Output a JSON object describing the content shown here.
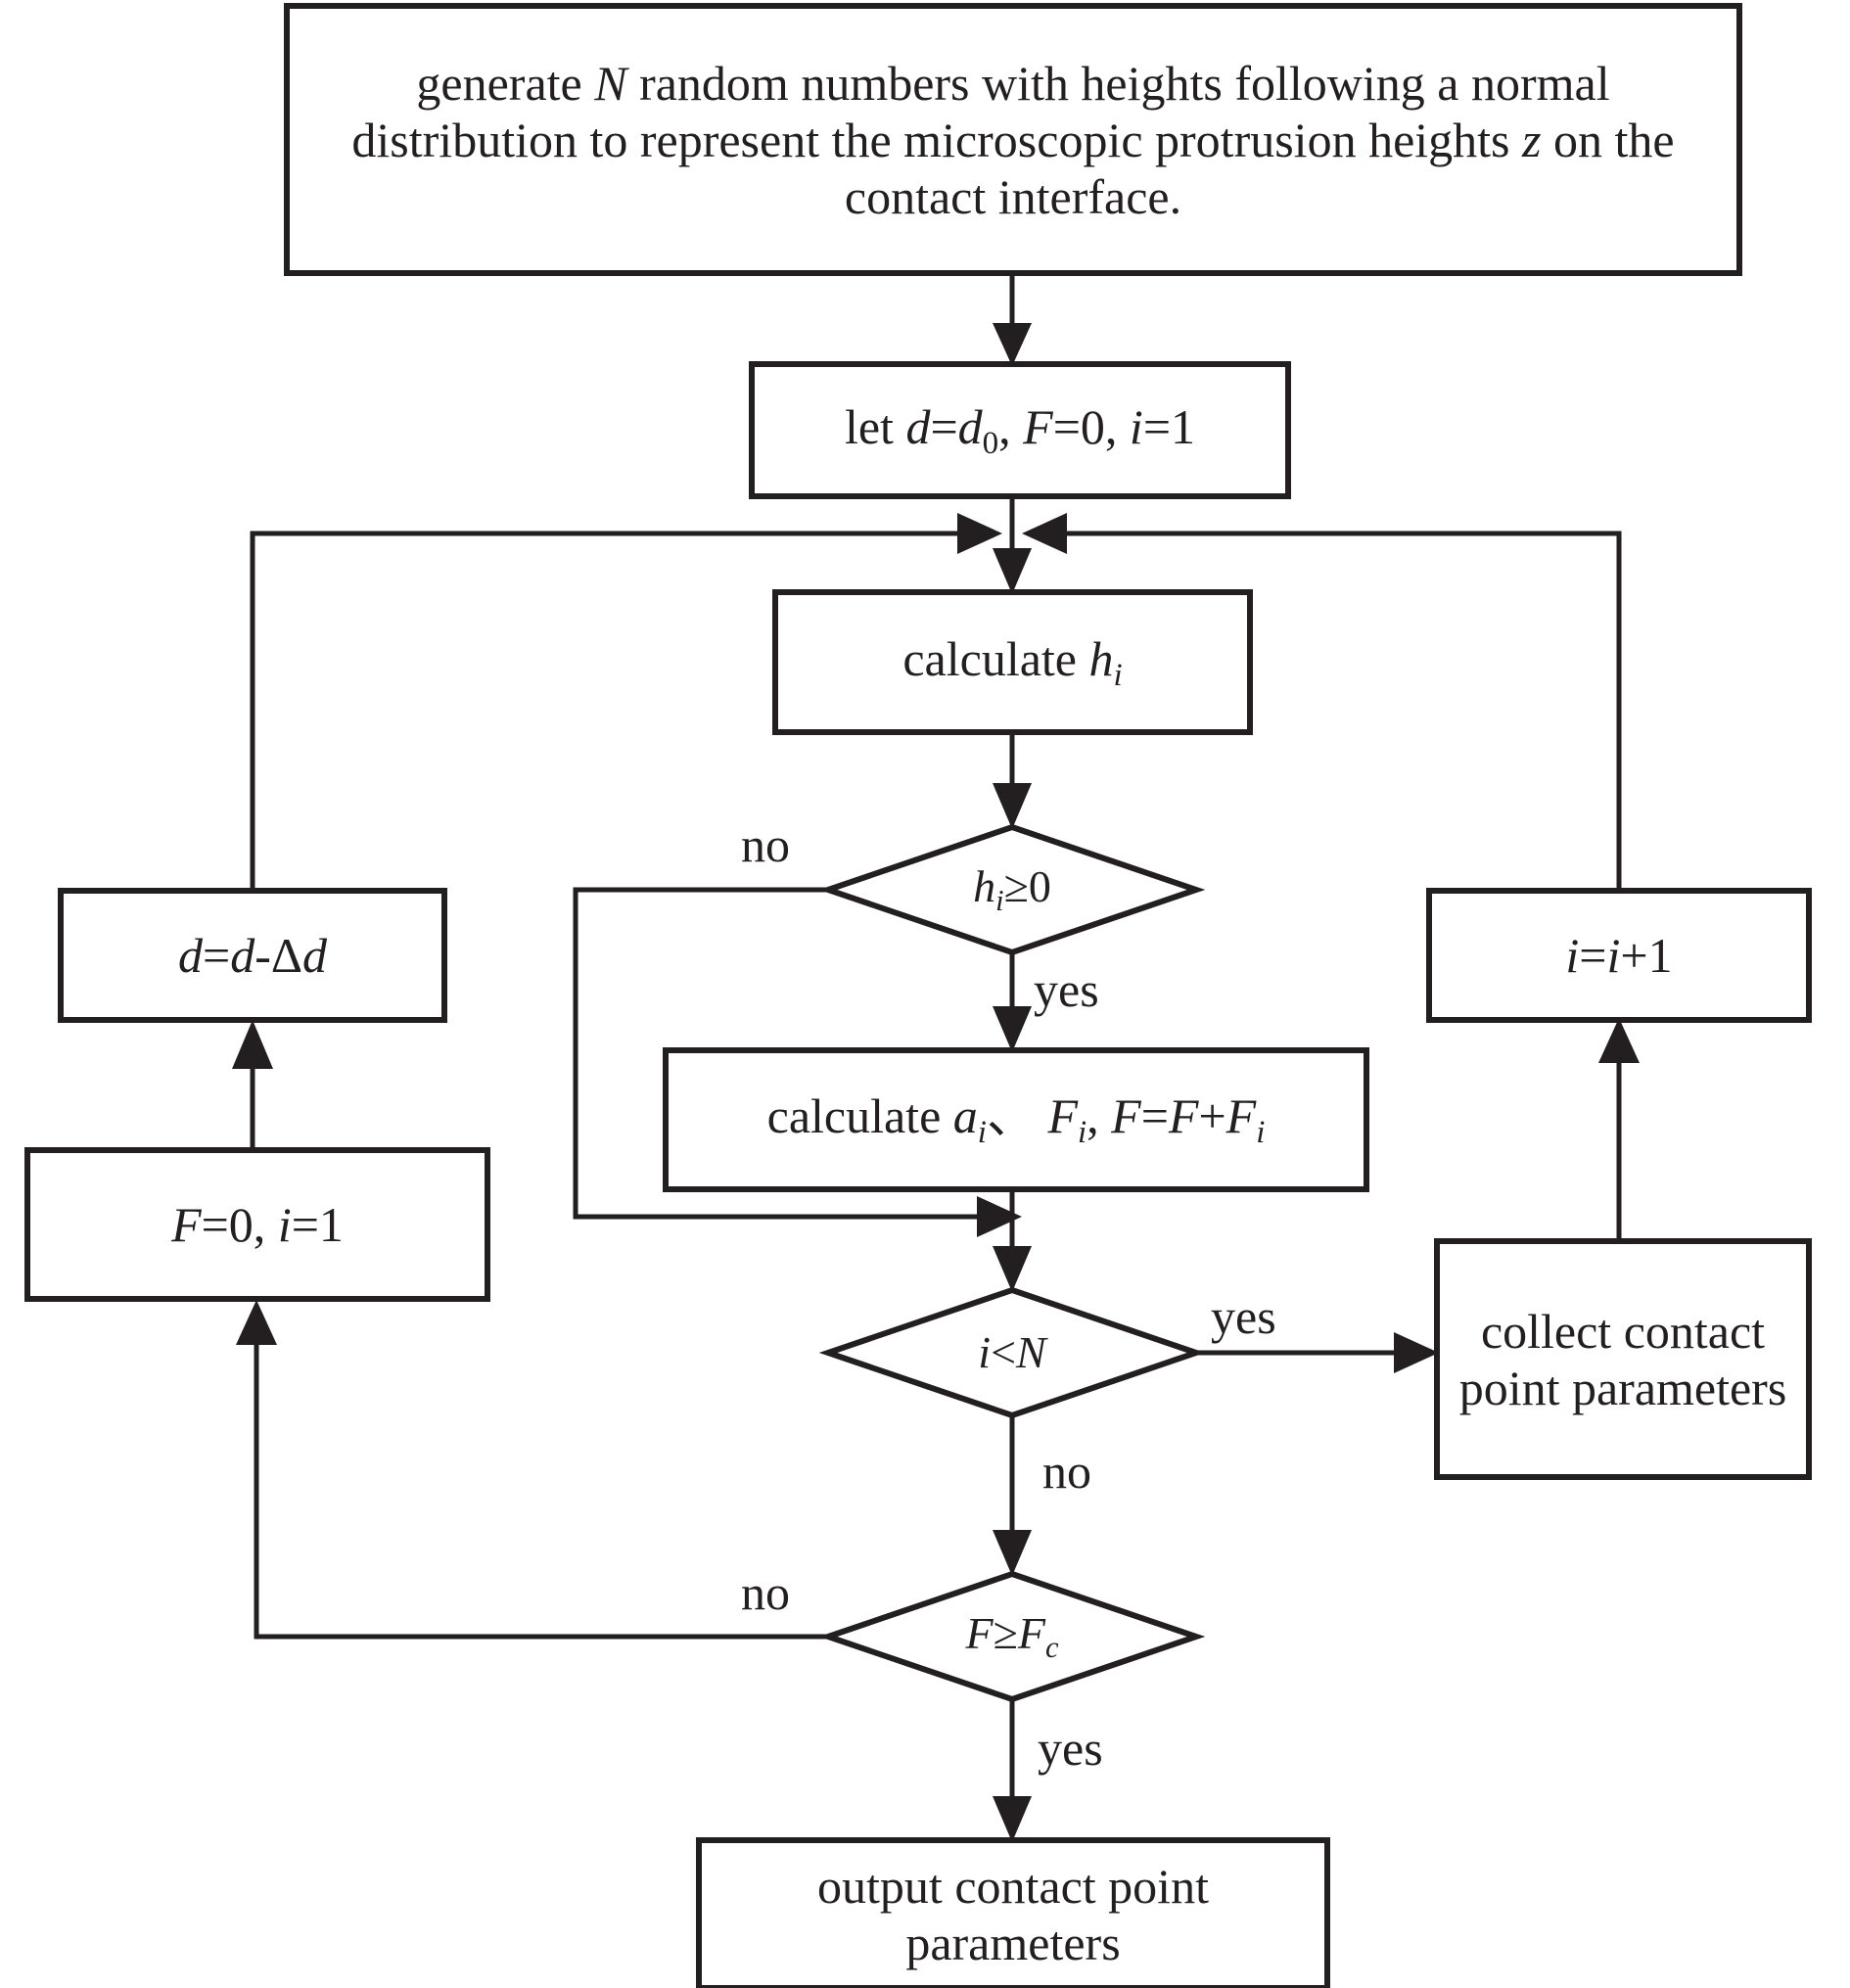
{
  "diagram": {
    "title": "contact point parameter simulation flowchart",
    "type": "flowchart",
    "colors": {
      "stroke": "#231f20",
      "fill": "#ffffff",
      "background": "#ffffff"
    },
    "nodes": [
      {
        "id": "generate",
        "shape": "process",
        "text": "generate N random numbers with heights following a normal distribution to represent the microscopic protrusion heights z on the contact interface.",
        "lines": [
          "generate N random numbers with heights following a",
          "normal distribution to represent the microscopic",
          "protrusion heights z on the contact interface."
        ]
      },
      {
        "id": "init",
        "shape": "process",
        "text": "let d=d0, F=0, i=1"
      },
      {
        "id": "calc-h",
        "shape": "process",
        "text": "calculate hi"
      },
      {
        "id": "check-h",
        "shape": "decision",
        "text": "hi≥0"
      },
      {
        "id": "calc-a-f",
        "shape": "process",
        "text": "calculate ai、 Fi, F=F+Fi"
      },
      {
        "id": "check-i",
        "shape": "decision",
        "text": "i<N"
      },
      {
        "id": "incr-i",
        "shape": "process",
        "text": "i=i+1"
      },
      {
        "id": "collect",
        "shape": "process",
        "text": "collect contact point parameters",
        "lines": [
          "collect",
          "contact point",
          "parameters"
        ]
      },
      {
        "id": "check-f",
        "shape": "decision",
        "text": "F≥Fc"
      },
      {
        "id": "decrement-d",
        "shape": "process",
        "text": "d=d-Δd"
      },
      {
        "id": "reset",
        "shape": "process",
        "text": "F=0, i=1"
      },
      {
        "id": "output",
        "shape": "process",
        "text": "output contact point parameters",
        "lines": [
          "output contact point",
          "parameters"
        ]
      }
    ],
    "edge_labels": {
      "h_no": "no",
      "h_yes": "yes",
      "i_yes": "yes",
      "i_no": "no",
      "f_no": "no",
      "f_yes": "yes"
    }
  }
}
